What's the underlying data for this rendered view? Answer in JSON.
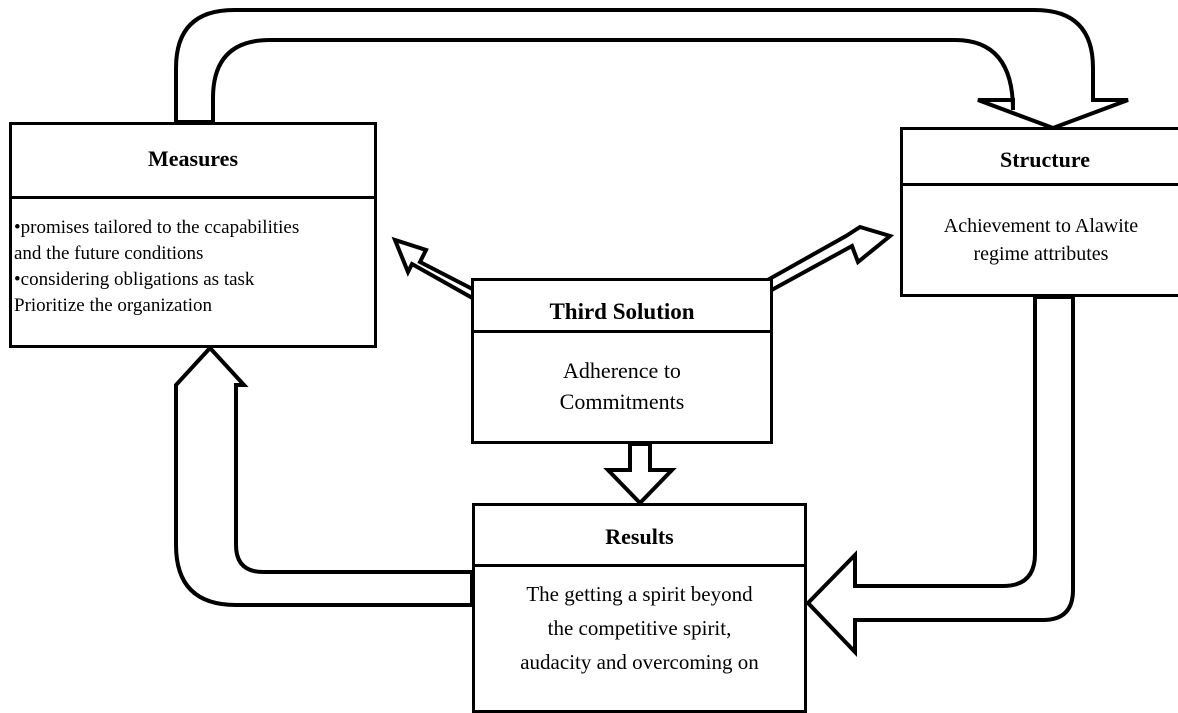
{
  "diagram": {
    "measures": {
      "title": "Measures",
      "lines": [
        "•promises tailored to the ccapabilities",
        "and the future conditions",
        "•considering obligations as task",
        "Prioritize the organization"
      ]
    },
    "structure": {
      "title": "Structure",
      "lines": [
        "Achievement to Alawite",
        "regime attributes"
      ]
    },
    "third_solution": {
      "title": "Third Solution",
      "lines": [
        "Adherence to",
        "Commitments"
      ]
    },
    "results": {
      "title": "Results",
      "lines": [
        "The getting a spirit beyond",
        "the competitive spirit,",
        "audacity and overcoming on"
      ]
    }
  }
}
